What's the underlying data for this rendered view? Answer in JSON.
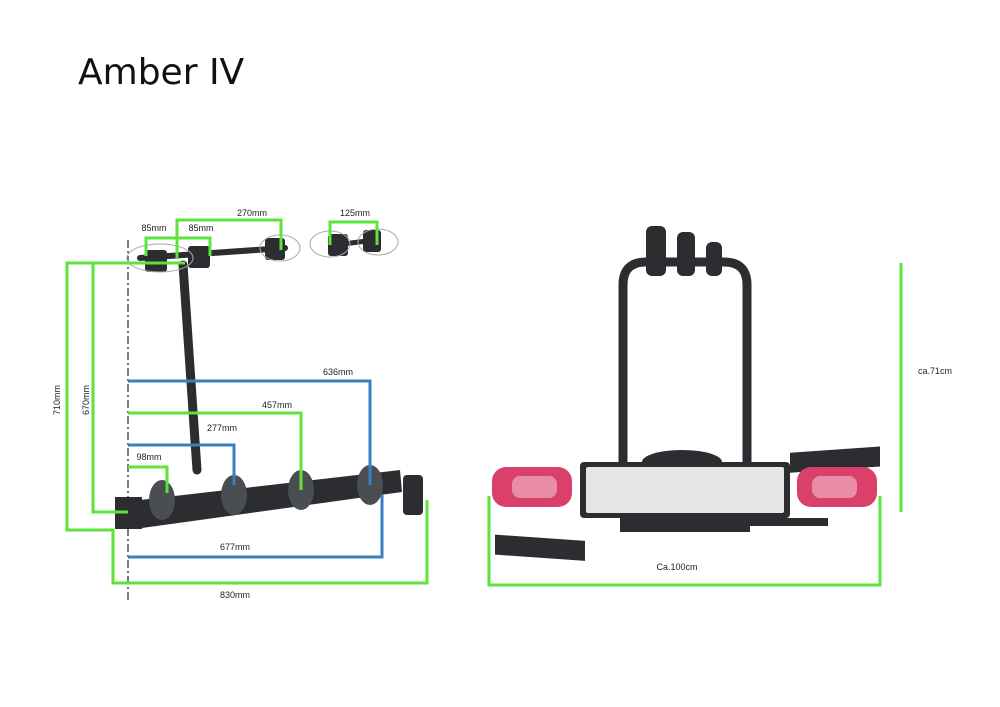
{
  "title": "Amber IV",
  "side_view": {
    "dimensions": {
      "d710": "710mm",
      "d670": "670mm",
      "d85a": "85mm",
      "d85b": "85mm",
      "d270": "270mm",
      "d125": "125mm",
      "d636": "636mm",
      "d457": "457mm",
      "d277": "277mm",
      "d98": "98mm",
      "d677": "677mm",
      "d830": "830mm"
    }
  },
  "rear_view": {
    "dimensions": {
      "height": "ca.71cm",
      "width": "Ca.100cm"
    }
  },
  "colors": {
    "green": "#5ee33b",
    "blue": "#3a7fc1",
    "rack": "#2b2d30",
    "light": "#d9416b"
  }
}
